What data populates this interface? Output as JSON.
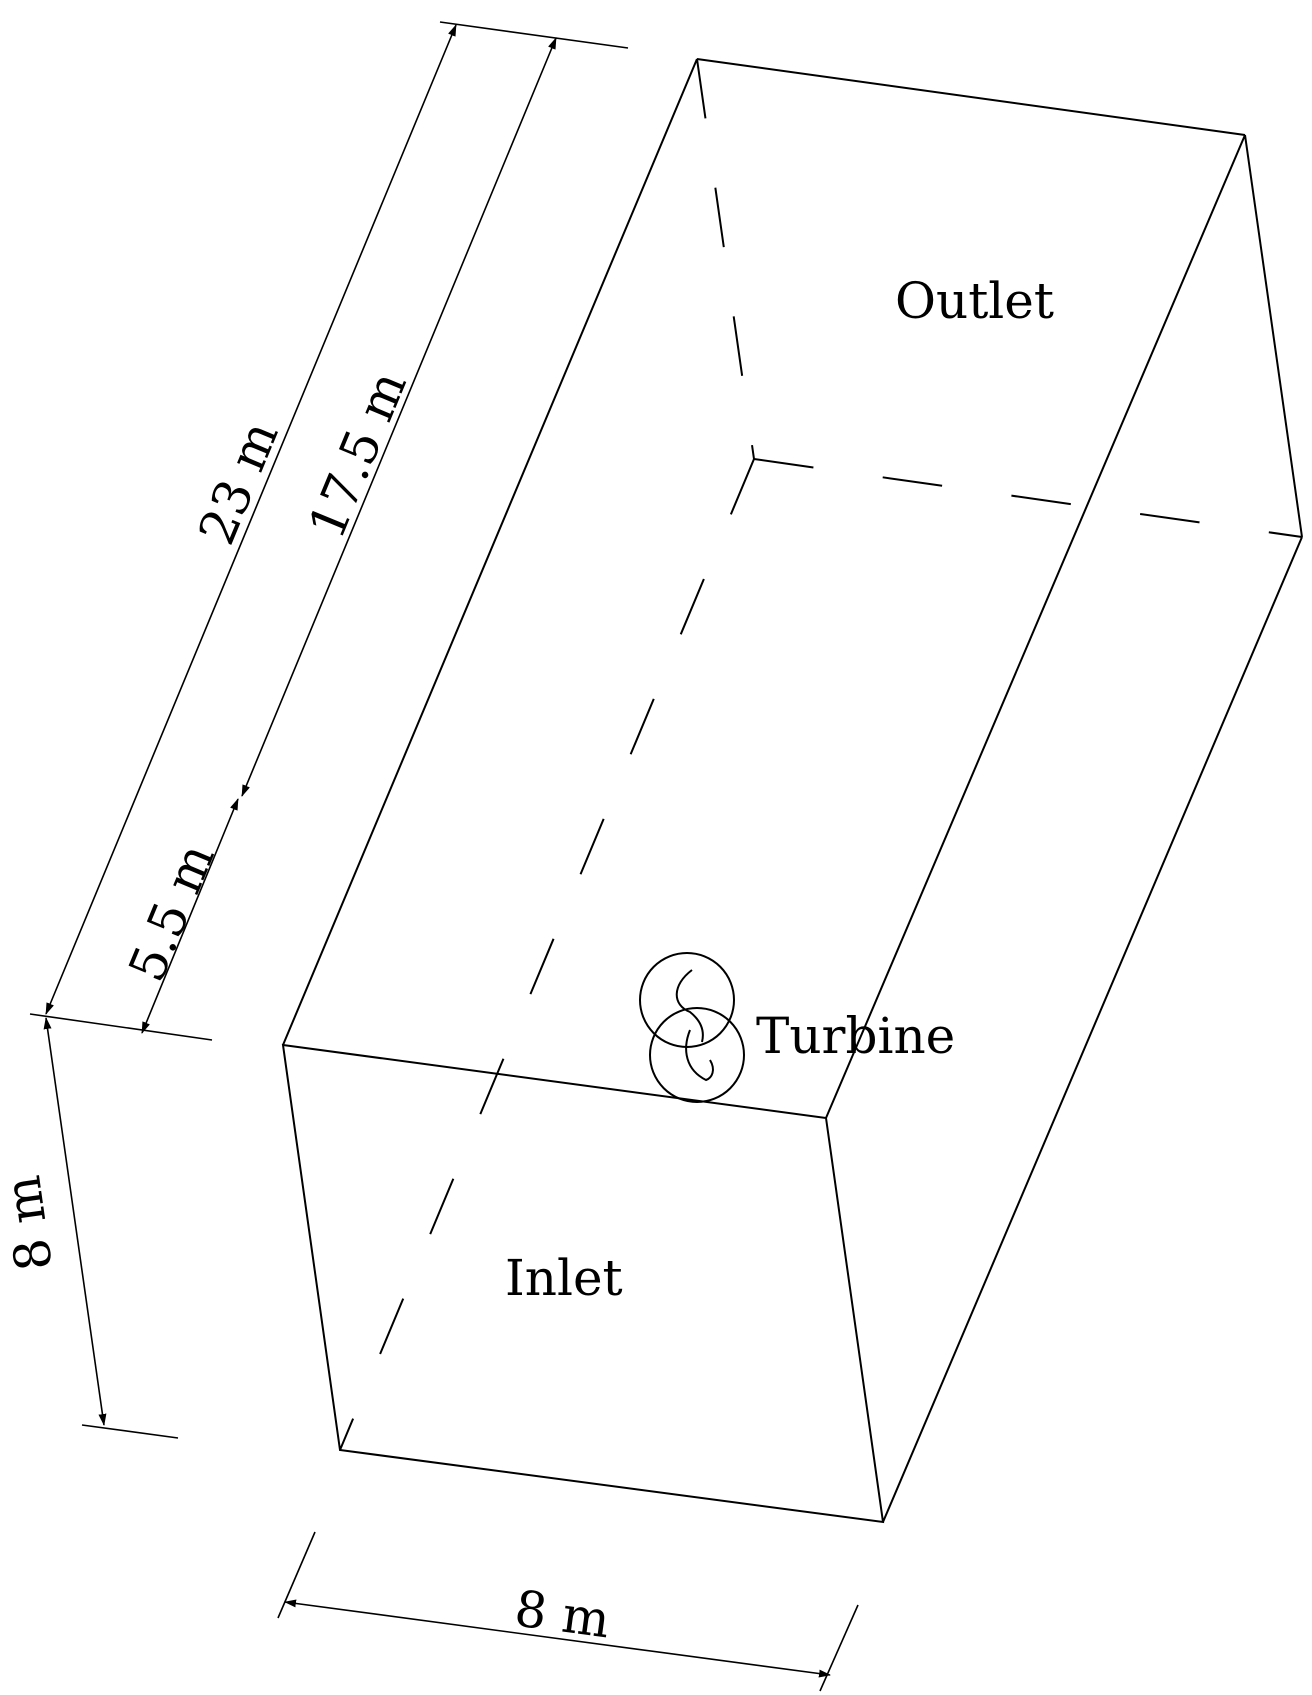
{
  "labels": {
    "outlet": "Outlet",
    "inlet": "Inlet",
    "turbine": "Turbine"
  },
  "dimensions": {
    "total_length": "23 m",
    "downstream_length": "17.5 m",
    "upstream_length": "5.5 m",
    "height": "8 m",
    "width": "8 m"
  }
}
